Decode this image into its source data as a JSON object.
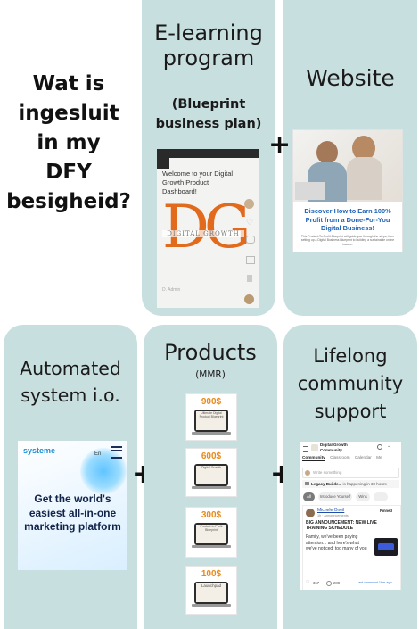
{
  "left_question": {
    "line1": "Wat is",
    "line2": "ingesluit",
    "line3": "in my",
    "line4": "DFY",
    "line5": "besigheid?"
  },
  "panels": {
    "elearning": {
      "title_line1": "E-learning",
      "title_line2": "program",
      "subtitle_line1": "(Blueprint",
      "subtitle_line2": "business plan)",
      "card_title": "Welcome to your Digital Growth Product Dashboard!",
      "logo_letters": "DG",
      "logo_text": "DIGITAL GROWTH",
      "card_footer": "D. Admin"
    },
    "website": {
      "title": "Website",
      "headline": "Discover How to Earn 100% Profit from a Done-For-You Digital Business!",
      "subtext": "This Product-To-Profit Blueprint will guide you through the steps, from setting up a Digital Business Blueprint to building a sustainable online income."
    },
    "automated": {
      "title_line1": "Automated",
      "title_line2": "system i.o.",
      "brand": "systeme",
      "lang": "En",
      "headline": "Get the world's easiest all-in-one marketing platform"
    },
    "products": {
      "title": "Products",
      "subtitle": "(MMR)",
      "items": [
        {
          "price": "900$",
          "screen_text": "Ultimate Digital Product Blueprint"
        },
        {
          "price": "600$",
          "screen_text": "Digital Growth"
        },
        {
          "price": "300$",
          "screen_text": "Product to Profit Blueprint"
        },
        {
          "price": "100$",
          "screen_text": "Launchpad"
        }
      ]
    },
    "community": {
      "title_line1": "Lifelong",
      "title_line2": "community",
      "title_line3": "support",
      "app_name": "Digital Growth Community",
      "tabs": [
        "Community",
        "Classroom",
        "Calendar",
        "Me"
      ],
      "write_placeholder": "Write something",
      "event_name": "Legacy Builde...",
      "event_time": "is happening in 30 hours",
      "intro_placeholder": "Introduce Yourself",
      "all_chip": "All",
      "wins_chip": "Wins",
      "post_author": "Michele Oneil",
      "post_meta": "1h · Announcements",
      "post_pin": "Pinned",
      "post_title": "BIG ANNOUNCEMENT: NEW LIVE TRAINING SCHEDULE",
      "post_body": "Family, we've been paying attention... and here's what we've noticed: too many of you",
      "likes": "367",
      "comments": "288",
      "last_comment": "Last comment 16m ago"
    }
  },
  "plus_sign": "+"
}
